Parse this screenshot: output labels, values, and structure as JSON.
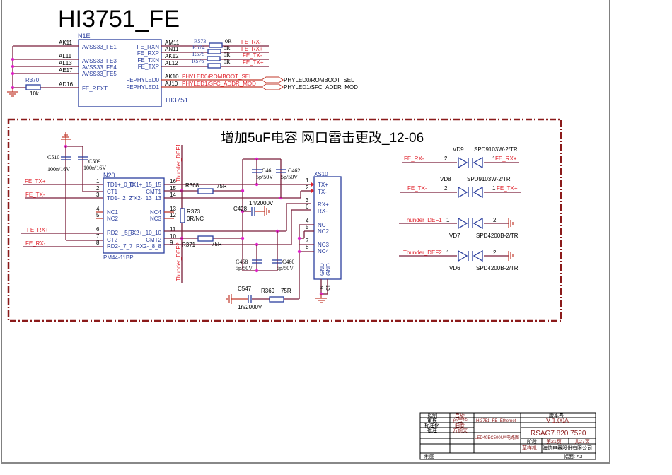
{
  "page": {
    "title": "HI3751_FE",
    "annotation": "增加5uF电容   网口雷击更改_12-06"
  },
  "soc": {
    "refdes": "N1E",
    "part": "HI3751",
    "left_pins": [
      {
        "ball": "AK11",
        "name": "AVSS33_FE1"
      },
      {
        "ball": "AL11",
        "name": "AVSS33_FE3"
      },
      {
        "ball": "AL13",
        "name": "AVSS33_FE4"
      },
      {
        "ball": "AE17",
        "name": "AVSS33_FE5"
      },
      {
        "ball": "AD16",
        "name": "FE_REXT"
      }
    ],
    "right_pins": [
      {
        "ball": "AM11",
        "name": "FE_RXN",
        "res": "R573",
        "val": "0R",
        "net": "FE_RX-"
      },
      {
        "ball": "AN11",
        "name": "FE_RXP",
        "res": "R574",
        "val": "0R",
        "net": "FE_RX+"
      },
      {
        "ball": "AK12",
        "name": "FE_TXN",
        "res": "R575",
        "val": "0R",
        "net": "FE_TX-"
      },
      {
        "ball": "AL12",
        "name": "FE_TXP",
        "res": "R576",
        "val": "0R",
        "net": "FE_TX+"
      }
    ],
    "led_pins": [
      {
        "ball": "AK10",
        "name": "FEPHYLED0",
        "net": "PHYLED0/ROMBOOT_SEL",
        "port": "PHYLED0/ROMBOOT_SEL"
      },
      {
        "ball": "AJ10",
        "name": "FEPHYLED1",
        "net": "PHYLED1/SFC_ADDR_MOD",
        "port": "PHYLED1/SFC_ADDR_MOD"
      }
    ],
    "rext": {
      "ref": "R370",
      "val": "10k"
    }
  },
  "transformer": {
    "refdes": "N20",
    "part": "PM44-11BP",
    "left_pins": [
      {
        "num": "1",
        "name": "TD1+_0_0",
        "net": "FE_TX+"
      },
      {
        "num": "2",
        "name": "CT1",
        "net": ""
      },
      {
        "num": "3",
        "name": "TD1-_2_2",
        "net": "FE_TX-"
      },
      {
        "num": "4",
        "name": "NC1",
        "net": ""
      },
      {
        "num": "5",
        "name": "NC2",
        "net": ""
      },
      {
        "num": "6",
        "name": "RD2+_5_5",
        "net": "FE_RX+"
      },
      {
        "num": "7",
        "name": "CT2",
        "net": ""
      },
      {
        "num": "8",
        "name": "RD2-_7_7",
        "net": "FE_RX-"
      }
    ],
    "right_pins": [
      {
        "num": "16",
        "name": "TX1+_15_15"
      },
      {
        "num": "15",
        "name": "CMT1"
      },
      {
        "num": "14",
        "name": "TX2-_13_13"
      },
      {
        "num": "13",
        "name": "NC4"
      },
      {
        "num": "12",
        "name": "NC3"
      },
      {
        "num": "11",
        "name": "RX2+_10_10"
      },
      {
        "num": "10",
        "name": "CMT2"
      },
      {
        "num": "9",
        "name": "RX2-_8_8"
      }
    ],
    "caps": [
      {
        "ref": "C510",
        "val": "100n/16V"
      },
      {
        "ref": "C509",
        "val": "100n/16V"
      }
    ]
  },
  "middle": {
    "nets": [
      "Thunder_DEF1",
      "Thunder_DEF2"
    ],
    "resistors": [
      {
        "ref": "R368",
        "val": "75R"
      },
      {
        "ref": "R373",
        "val": "0R/NC"
      },
      {
        "ref": "R371",
        "val": "75R"
      },
      {
        "ref": "R369",
        "val": "75R"
      }
    ],
    "caps": [
      {
        "ref": "C46",
        "val": "5p/50V"
      },
      {
        "ref": "C462",
        "val": "5p/50V"
      },
      {
        "ref": "C428",
        "val": "1n/2000V"
      },
      {
        "ref": "C458",
        "val": "5p/50V"
      },
      {
        "ref": "C460",
        "val": "5p/50V"
      },
      {
        "ref": "C547",
        "val": "1n/2000V"
      }
    ]
  },
  "connector": {
    "refdes": "XS10",
    "pins": [
      {
        "num": "1",
        "name": "TX+"
      },
      {
        "num": "2",
        "name": "TX-"
      },
      {
        "num": "3",
        "name": "RX+"
      },
      {
        "num": "6",
        "name": "RX-"
      },
      {
        "num": "4",
        "name": "NC"
      },
      {
        "num": "5",
        "name": "NC2"
      },
      {
        "num": "7",
        "name": "NC3"
      },
      {
        "num": "8",
        "name": "NC4"
      },
      {
        "num": "9",
        "name": "GND"
      },
      {
        "num": "10",
        "name": "GND"
      }
    ]
  },
  "tvs": [
    {
      "ref": "VD9",
      "part": "SPD9103W-2/TR",
      "left_net": "FE_RX-",
      "left_pin": "2",
      "right_pin": "1",
      "right_net": "FE_RX+"
    },
    {
      "ref": "VD8",
      "part": "SPD9103W-2/TR",
      "left_net": "FE_TX-",
      "left_pin": "2",
      "right_pin": "1",
      "right_net": "FE_TX+"
    },
    {
      "ref": "VD7",
      "part": "SPD4200B-2/TR",
      "left_net": "Thunder_DEF1",
      "left_pin": "1",
      "right_pin": "2",
      "right_net": ""
    },
    {
      "ref": "VD6",
      "part": "SPD4200B-2/TR",
      "left_net": "Thunder_DEF2",
      "left_pin": "1",
      "right_pin": "2",
      "right_net": ""
    }
  ],
  "title_block": {
    "roles": [
      "拟制",
      "审核",
      "标准化",
      "批准"
    ],
    "names": [
      "吕旋",
      "孙宝华",
      "曲春",
      "方德文"
    ],
    "drawing_title": "HI3751_FE_Ethernet",
    "board": "LED49EC500UA电路图",
    "version_label": "版本号",
    "version": "V 1.00A",
    "doc_number": "RSAG7.820.7520",
    "stage_label": "阶段",
    "stage": "草样机",
    "page": "第21页",
    "total": "共27页",
    "company": "海信电器股份有限公司",
    "drafter_label": "制图",
    "size": "幅面: A3"
  }
}
